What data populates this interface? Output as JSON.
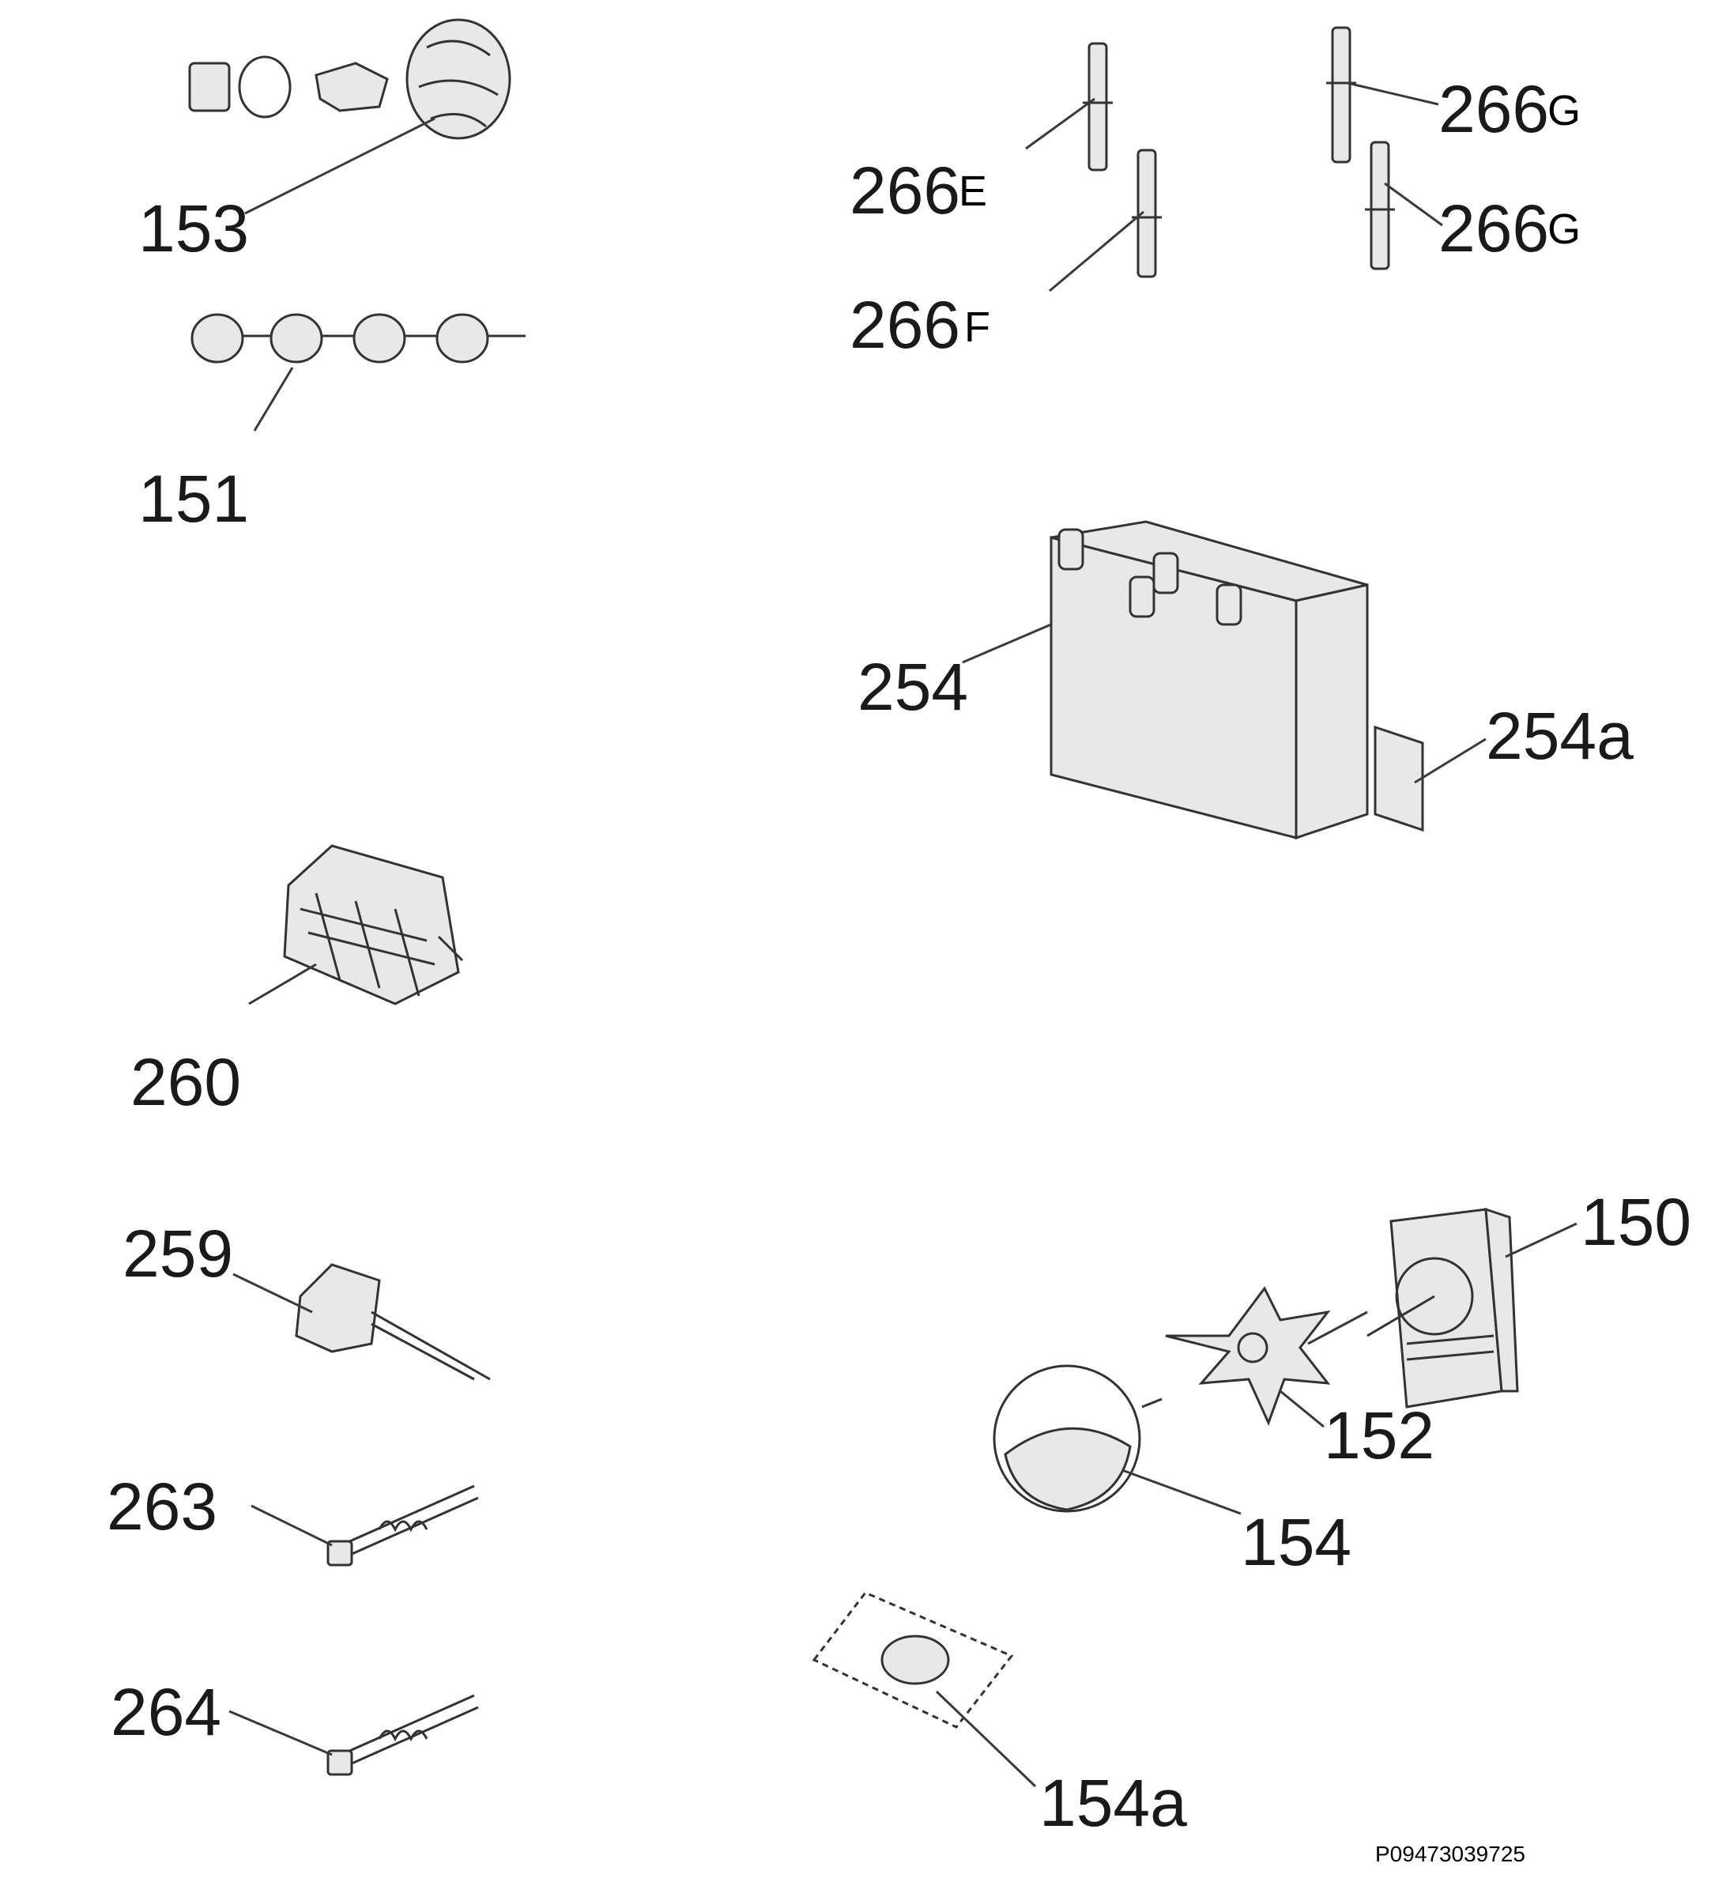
{
  "parts": {
    "p153": "153",
    "p151": "151",
    "p260": "260",
    "p259": "259",
    "p263": "263",
    "p264": "264",
    "p266e": "266",
    "p266e_suffix": "E",
    "p266f": "266",
    "p266f_suffix": "F",
    "p266g1": "266",
    "p266g1_suffix": "G",
    "p266g2": "266",
    "p266g2_suffix": "G",
    "p254": "254",
    "p254a": "254a",
    "p150": "150",
    "p152": "152",
    "p154": "154",
    "p154a": "154a"
  },
  "reference_code": "P09473039725"
}
